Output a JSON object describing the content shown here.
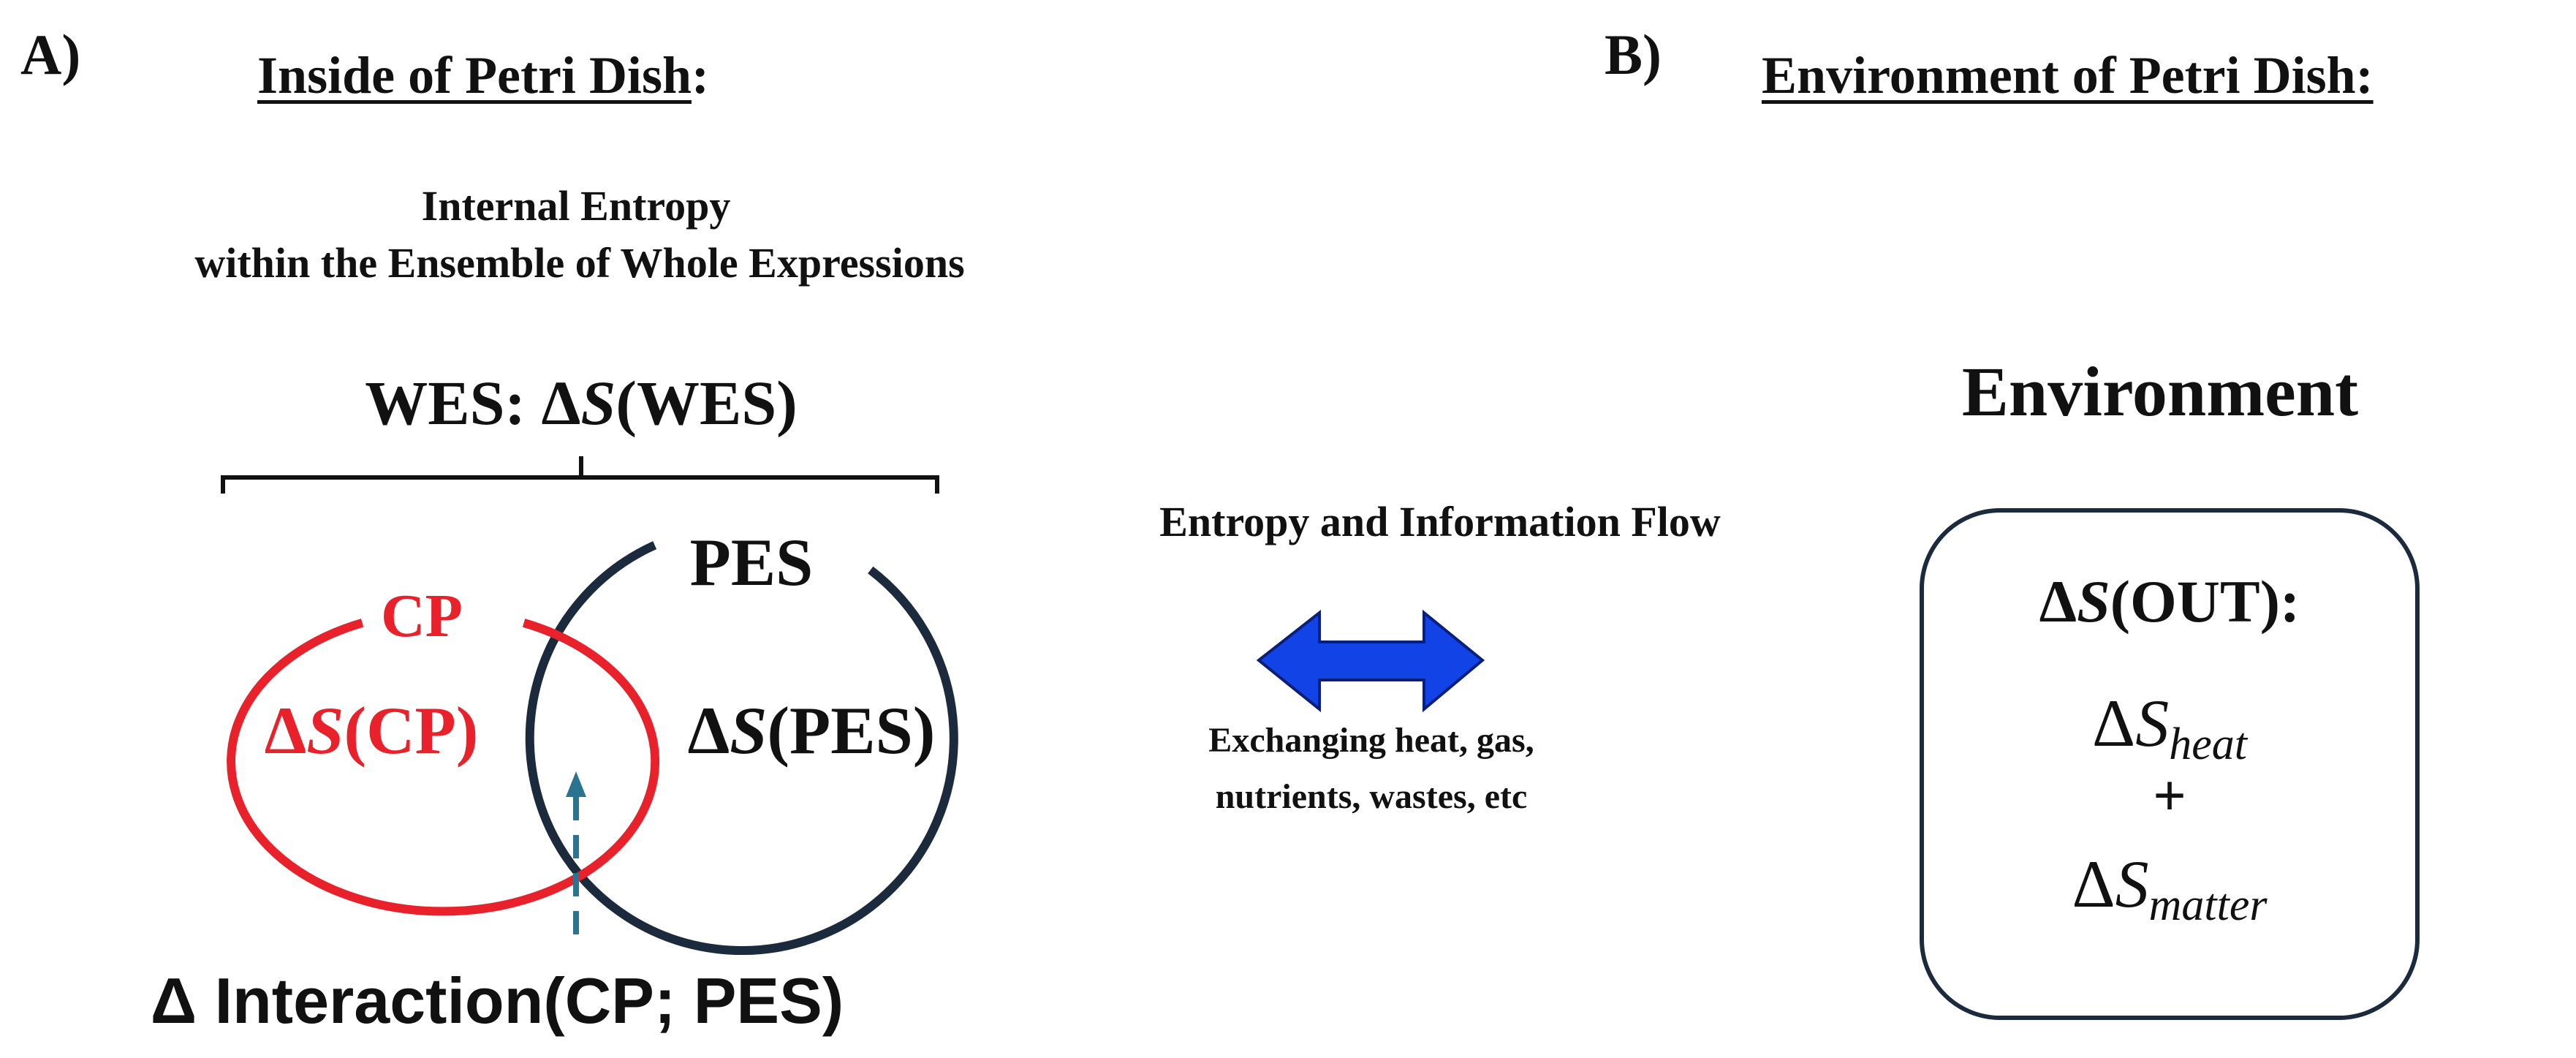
{
  "panel_a": {
    "letter": "A)",
    "heading": "Inside of Petri Dish",
    "heading_colon": ":",
    "internal_line1": "Internal Entropy",
    "internal_line2": "within the Ensemble of Whole Expressions",
    "wes_label": "WES: ΔS(WES)",
    "wes_prefix": "WES: Δ",
    "wes_s": "S",
    "wes_suffix": "(WES)",
    "cp_label": "CP",
    "cp_delta": "Δ",
    "cp_s": "S",
    "cp_paren": "(CP)",
    "pes_label": "PES",
    "pes_delta": "Δ",
    "pes_s": "S",
    "pes_paren": "(PES)",
    "interaction_label": "Δ Interaction(CP; PES)"
  },
  "flow": {
    "title": "Entropy and Information Flow",
    "exchange_line1": "Exchanging heat, gas,",
    "exchange_line2": "nutrients,  wastes, etc"
  },
  "panel_b": {
    "letter": "B)",
    "heading": "Environment of Petri Dish:",
    "environment_label": "Environment",
    "out_delta": "Δ",
    "out_s": "S",
    "out_paren": "(OUT):",
    "heat_delta": "Δ",
    "heat_s": "S",
    "heat_sub": "heat",
    "plus": "+",
    "matter_delta": "Δ",
    "matter_s": "S",
    "matter_sub": "matter"
  },
  "colors": {
    "cp_red": "#e8212a",
    "pes_navy": "#1b2a3c",
    "arrow_blue": "#1243e6",
    "dashed_teal": "#2b7490"
  }
}
